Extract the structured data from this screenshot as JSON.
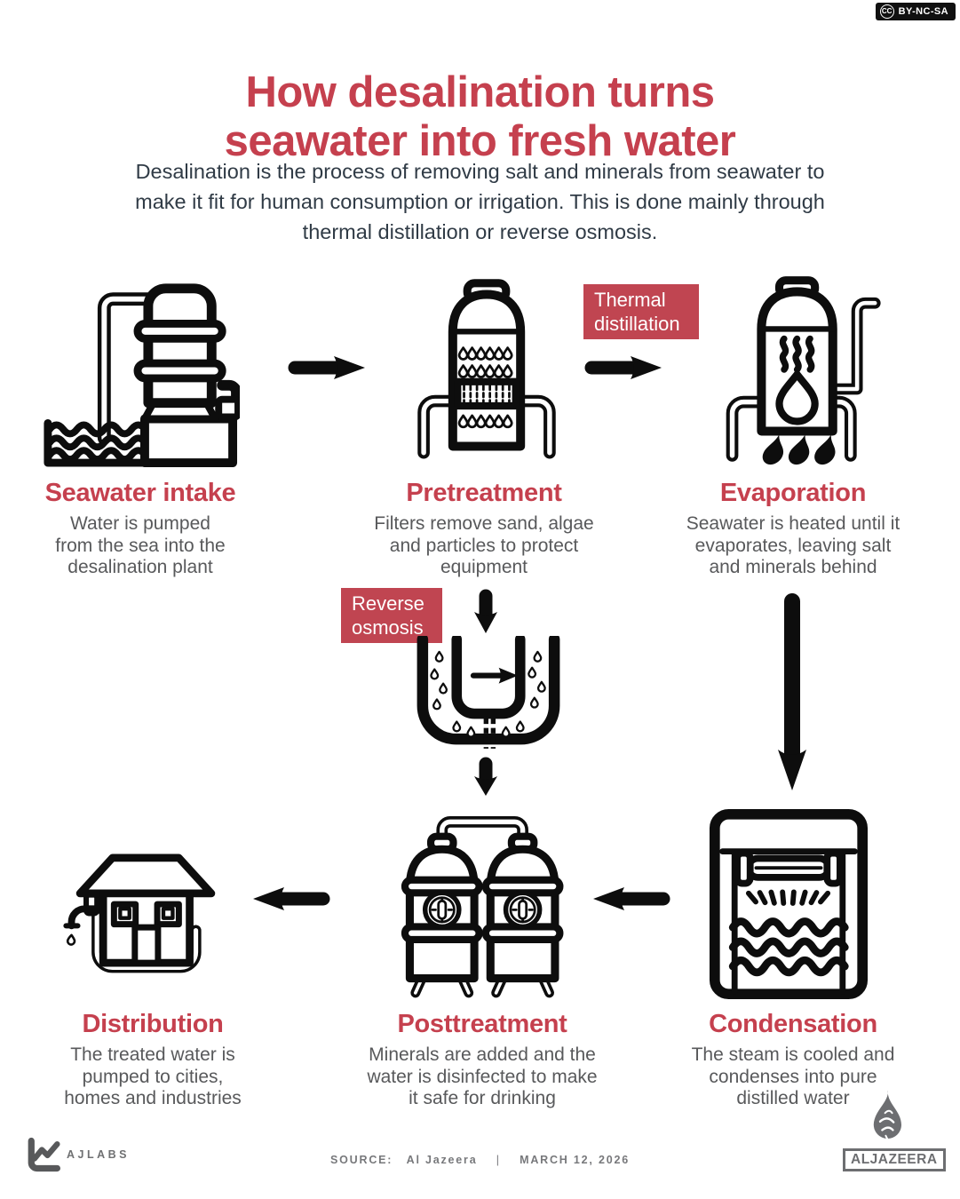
{
  "license_badge": {
    "cc": "CC",
    "label": "BY-NC-SA"
  },
  "header": {
    "title_lines": [
      "How desalination turns",
      "seawater into fresh water"
    ],
    "subtitle_lines": [
      "Desalination is the process of removing salt and minerals from seawater to",
      "make it fit for human consumption or irrigation. This is done mainly through",
      "thermal distillation or reverse osmosis."
    ]
  },
  "process_labels": {
    "thermal_lines": [
      "Thermal",
      "distillation"
    ],
    "reverse_lines": [
      "Reverse",
      "osmosis"
    ]
  },
  "stages": [
    {
      "id": "seawater-intake",
      "title": "Seawater intake",
      "lines": [
        "Water is pumped",
        "from the sea into the",
        "desalination plant"
      ]
    },
    {
      "id": "pretreatment",
      "title": "Pretreatment",
      "lines": [
        "Filters remove sand, algae",
        "and particles to protect",
        "equipment"
      ]
    },
    {
      "id": "evaporation",
      "title": "Evaporation",
      "lines": [
        "Seawater is heated until it",
        "evaporates, leaving salt",
        "and minerals behind"
      ]
    },
    {
      "id": "condensation",
      "title": "Condensation",
      "lines": [
        "The steam is cooled and",
        "condenses into pure",
        "distilled water"
      ]
    },
    {
      "id": "posttreatment",
      "title": "Posttreatment",
      "lines": [
        "Minerals are added and the",
        "water is disinfected to make",
        "it safe for drinking"
      ]
    },
    {
      "id": "distribution",
      "title": "Distribution",
      "lines": [
        "The treated water is",
        "pumped to cities,",
        "homes and industries"
      ]
    }
  ],
  "footer": {
    "lab": "AJLABS",
    "source_label": "SOURCE:",
    "source_value": "Al Jazeera",
    "separator": "|",
    "date": "MARCH 12, 2026",
    "brand": "ALJAZEERA"
  },
  "colors": {
    "accent_red": "#c5404e",
    "badge_red": "#c04551",
    "subtitle_dark": "#303b46",
    "body_gray": "#58595b",
    "footer_gray": "#6d6e71",
    "icon_black": "#0d0d0d",
    "background": "#ffffff"
  },
  "icons": {
    "cc-icon": "creative-commons circle glyph",
    "seawater-intake-icon": "pump tower above sea waves with outlet pipe",
    "pretreatment-icon": "filter tank with droplets and filter screen",
    "evaporation-icon": "boiler with steam, droplet and flames",
    "reverse-osmosis-icon": "U membrane vessel with droplets and arrow",
    "posttreatment-icon": "twin mineral tanks connected by pipe",
    "condensation-icon": "condenser tank with roller, spray and water waves",
    "distribution-icon": "house with faucet, droplet and supply pipe",
    "flow-arrow-icon": "thick black process arrow",
    "ajlabs-chart-icon": "line chart in rounded corner frame",
    "aljazeera-flame-icon": "calligraphic teardrop flame"
  }
}
